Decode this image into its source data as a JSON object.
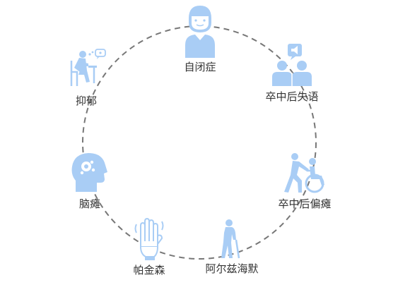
{
  "colors": {
    "icon": "#a9cdf5",
    "circle": "#777777",
    "text": "#333333"
  },
  "nodes": [
    {
      "label": "自闭症",
      "icon": "child-icon"
    },
    {
      "label": "卒中后失语",
      "icon": "speech-therapy-icon"
    },
    {
      "label": "卒中后偏瘫",
      "icon": "wheelchair-assist-icon"
    },
    {
      "label": "阿尔兹海默",
      "icon": "elderly-cane-icon"
    },
    {
      "label": "帕金森",
      "icon": "tremor-hand-icon"
    },
    {
      "label": "脑瘫",
      "icon": "brain-head-icon"
    },
    {
      "label": "抑郁",
      "icon": "sad-person-icon"
    }
  ]
}
